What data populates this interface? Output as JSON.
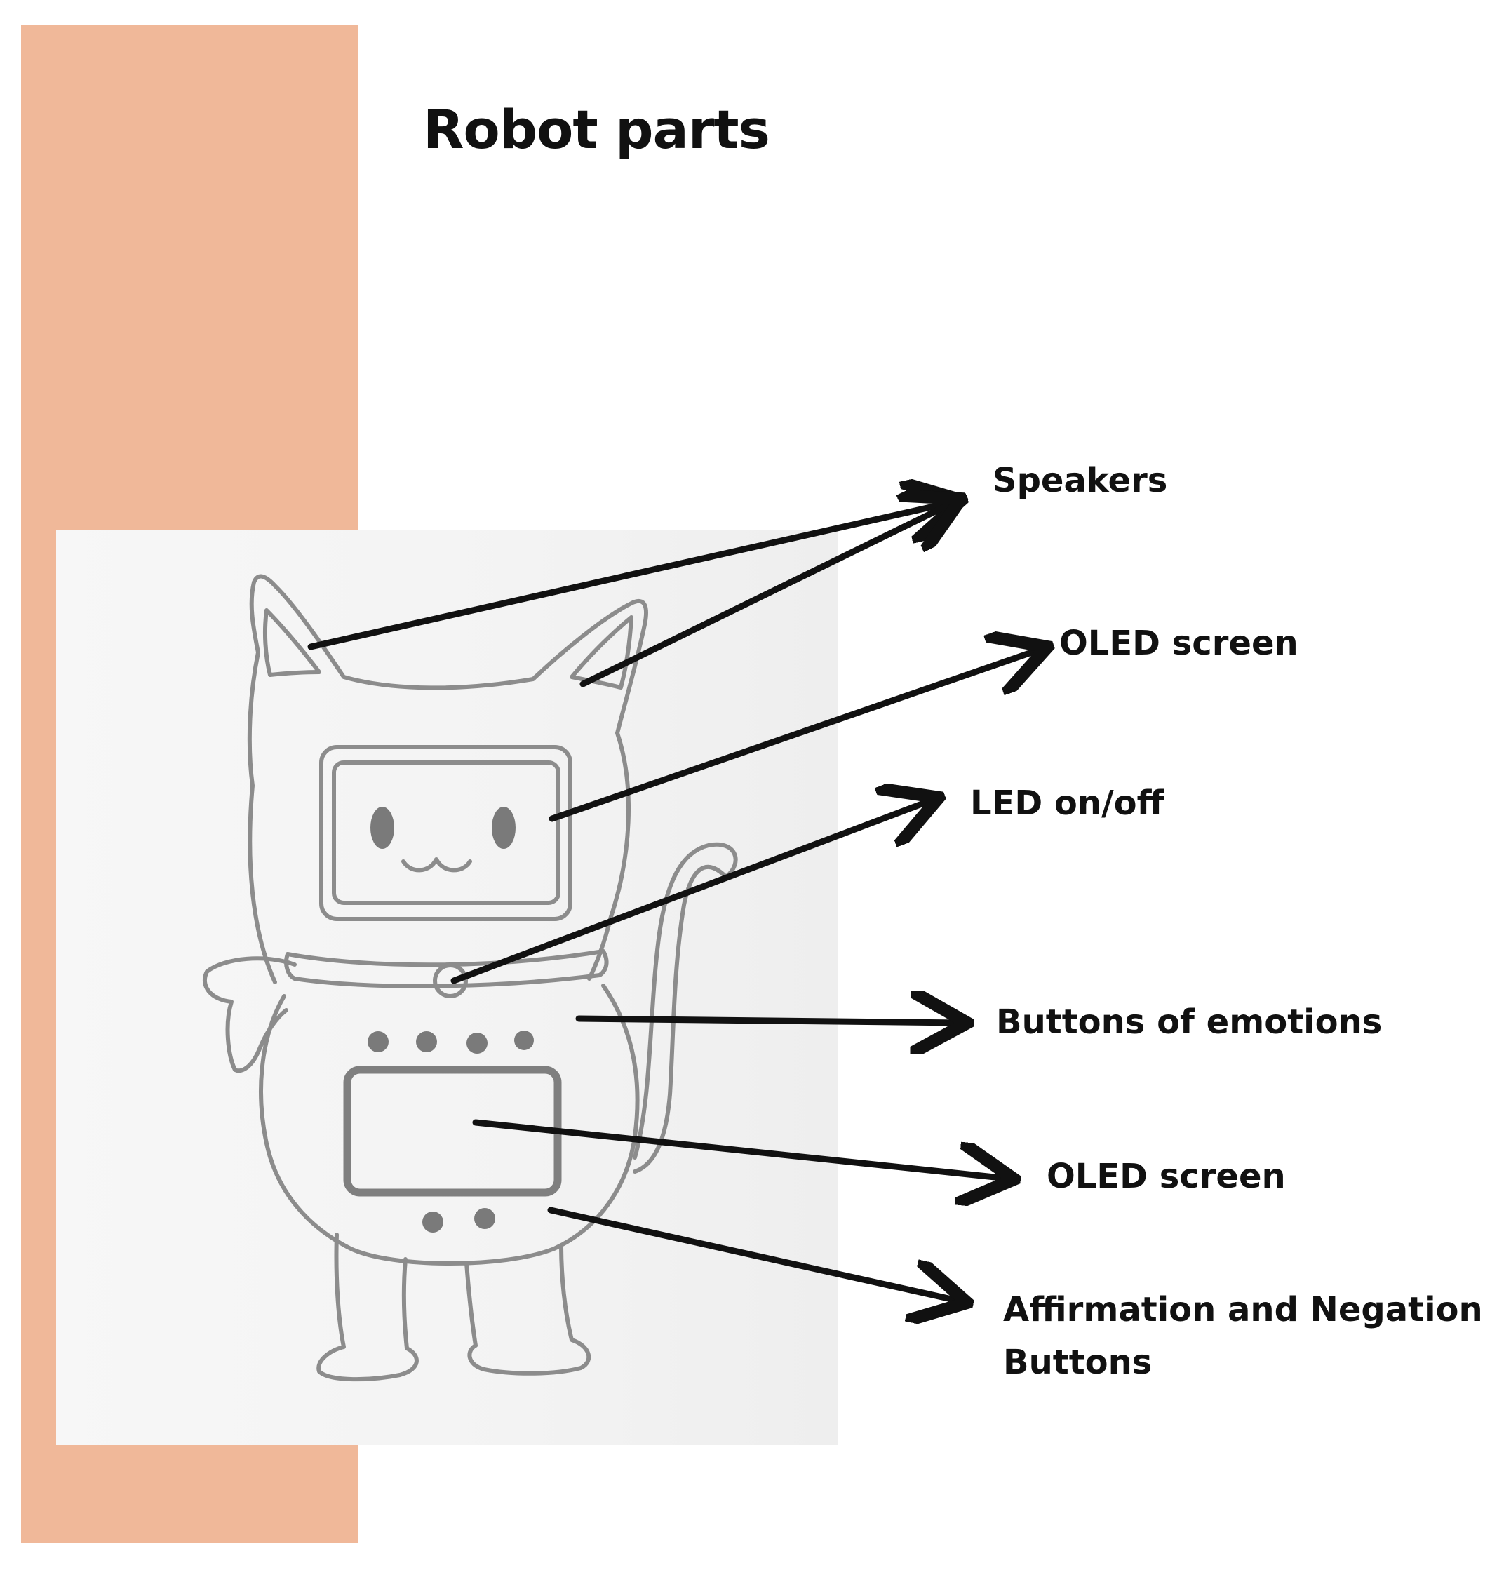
{
  "title": "Robot parts",
  "colors": {
    "accent": "#f0b899",
    "sketch": "#8c8c8c",
    "sketch_fill": "#7a7a7a",
    "arrow": "#111111",
    "text": "#111111"
  },
  "labels": {
    "speakers": "Speakers",
    "oled_screen_top": "OLED screen",
    "led": "LED on/off",
    "buttons_emotions": "Buttons of emotions",
    "oled_screen_bottom": "OLED screen",
    "affirmation_line1": "Affirmation and Negation",
    "affirmation_line2": "Buttons"
  }
}
